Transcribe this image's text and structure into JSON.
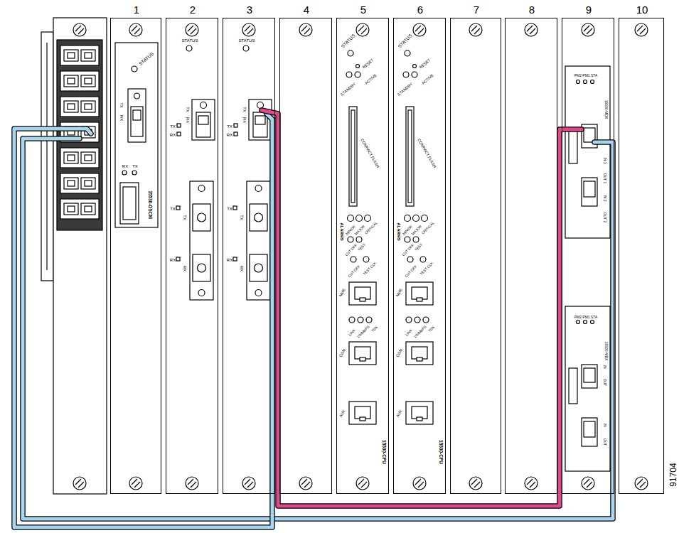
{
  "diagram": {
    "nodes": [
      {
        "text": [
          "1",
          "STATUS",
          "TX",
          "RX",
          "RX",
          "TX",
          "15530-OSCM"
        ]
      },
      {
        "text": [
          "2",
          "STATUS",
          "TX",
          "RX",
          "TX",
          "RX",
          "TX",
          "TX",
          "RX",
          "RX"
        ]
      },
      {
        "text": [
          "3",
          "STATUS",
          "TX",
          "RX",
          "TX",
          "RX",
          "TX",
          "TX",
          "RX",
          "RX"
        ]
      },
      {
        "text": [
          "4"
        ]
      },
      {
        "text": [
          "5",
          "STATUS",
          "RESET",
          "ACTIVE",
          "STANDBY",
          "COMPACT FLASH",
          "ALARMS",
          "MINOR",
          "MAJOR",
          "CRITICAL",
          "CUT OFF",
          "TEST",
          "CUT OFF",
          "TEST CLK",
          "NME",
          "LINK",
          "100MBPS",
          "TDX",
          "CON",
          "AUX",
          "15530-CPU"
        ]
      },
      {
        "text": [
          "6",
          "STATUS",
          "RESET",
          "ACTIVE",
          "STANDBY",
          "COMPACT FLASH",
          "ALARMS",
          "MINOR",
          "MAJOR",
          "CRITICAL",
          "CUT OFF",
          "TEST",
          "CUT OFF",
          "TEST CLK",
          "NME",
          "LINK",
          "100MBPS",
          "TDX",
          "CON",
          "AUX",
          "15530-CPU"
        ]
      },
      {
        "text": [
          "7"
        ]
      },
      {
        "text": [
          "8"
        ]
      },
      {
        "text": [
          "9",
          "PM2 PM1 STA",
          "15530-MDX",
          "IN 1",
          "OUT 1",
          "IN 2",
          "OUT 2",
          "PM2 PM1 STA",
          "15530-MDX",
          "IN",
          "OUT",
          "IN",
          "OUT"
        ]
      },
      {
        "text": [
          "10"
        ]
      }
    ],
    "edges": [
      {
        "from": 2,
        "to": 8,
        "arrow": "none"
      }
    ],
    "labels": [
      "91704"
    ]
  }
}
